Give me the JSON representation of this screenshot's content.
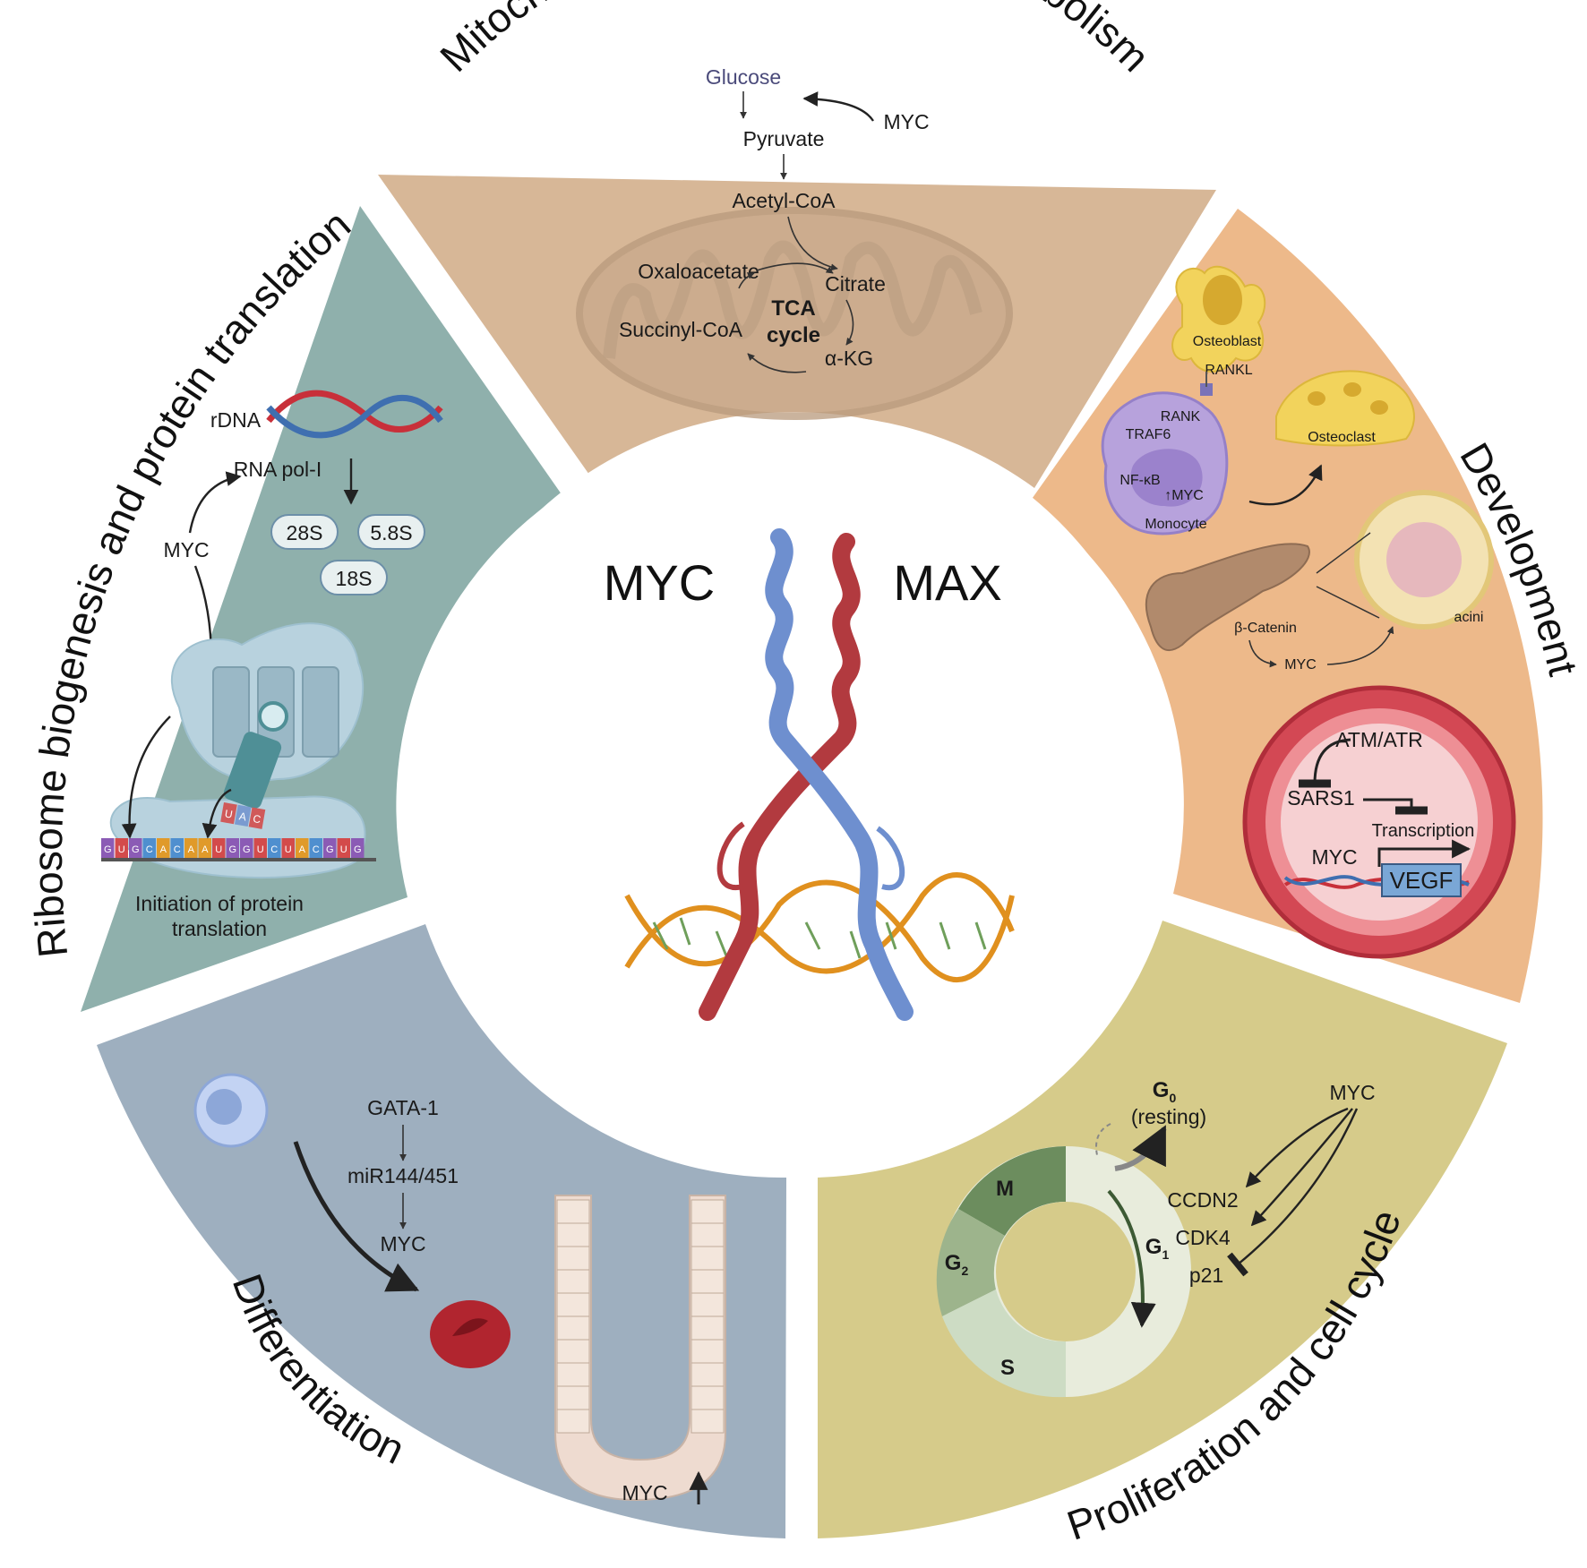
{
  "center": {
    "left_label": "MYC",
    "right_label": "MAX"
  },
  "sections": {
    "mito": {
      "title": "Mitochondrial biogenesis and metabolism",
      "glucose": "Glucose",
      "myc": "MYC",
      "pyruvate": "Pyruvate",
      "acetyl_coa": "Acetyl-CoA",
      "oxaloacetate": "Oxaloacetate",
      "citrate": "Citrate",
      "succinyl_coa": "Succinyl-CoA",
      "tca_1": "TCA",
      "tca_2": "cycle",
      "akg": "α-KG"
    },
    "ribosome": {
      "title": "Ribosome biogenesis and protein translation",
      "rdna": "rDNA",
      "rna_pol": "RNA pol-I",
      "myc": "MYC",
      "r28s": "28S",
      "r58s": "5.8S",
      "r18s": "18S",
      "caption_1": "Initiation of protein",
      "caption_2": "translation",
      "mrna": [
        "G",
        "U",
        "G",
        "C",
        "A",
        "C",
        "A",
        "A",
        "U",
        "G",
        "G",
        "U",
        "C",
        "U",
        "A",
        "C",
        "G",
        "U",
        "G"
      ],
      "anticodon": [
        "U",
        "A",
        "C"
      ]
    },
    "development": {
      "title": "Development",
      "osteoblast": "Osteoblast",
      "rankl": "RANKL",
      "rank": "RANK",
      "traf6": "TRAF6",
      "nfkb": "NF-κB",
      "myc_up": "↑MYC",
      "monocyte": "Monocyte",
      "osteoclast": "Osteoclast",
      "beta_catenin": "β-Catenin",
      "myc": "MYC",
      "acini": "acini",
      "atm_atr": "ATM/ATR",
      "sars1": "SARS1",
      "transcription": "Transcription",
      "myc2": "MYC",
      "vegf": "VEGF"
    },
    "differentiation": {
      "title": "Differentiation",
      "gata1": "GATA-1",
      "mir": "miR144/451",
      "myc": "MYC",
      "myc_bottom": "MYC"
    },
    "proliferation": {
      "title": "Proliferation and cell cycle",
      "g0": "G",
      "g0_sub": "0",
      "resting": "(resting)",
      "myc": "MYC",
      "ccdn2": "CCDN2",
      "cdk4": "CDK4",
      "p21": "p21",
      "m": "M",
      "g2": "G",
      "g2_sub": "2",
      "g1": "G",
      "g1_sub": "1",
      "s": "S"
    }
  },
  "colors": {
    "mito": "#d7b797",
    "ribosome": "#8fb0ac",
    "development": "#edb98a",
    "differentiation": "#9eafbf",
    "proliferation": "#d6cb8a",
    "myc_helix": "#b23a3f",
    "max_helix": "#6e8fcf",
    "dna": "#e0901e"
  }
}
